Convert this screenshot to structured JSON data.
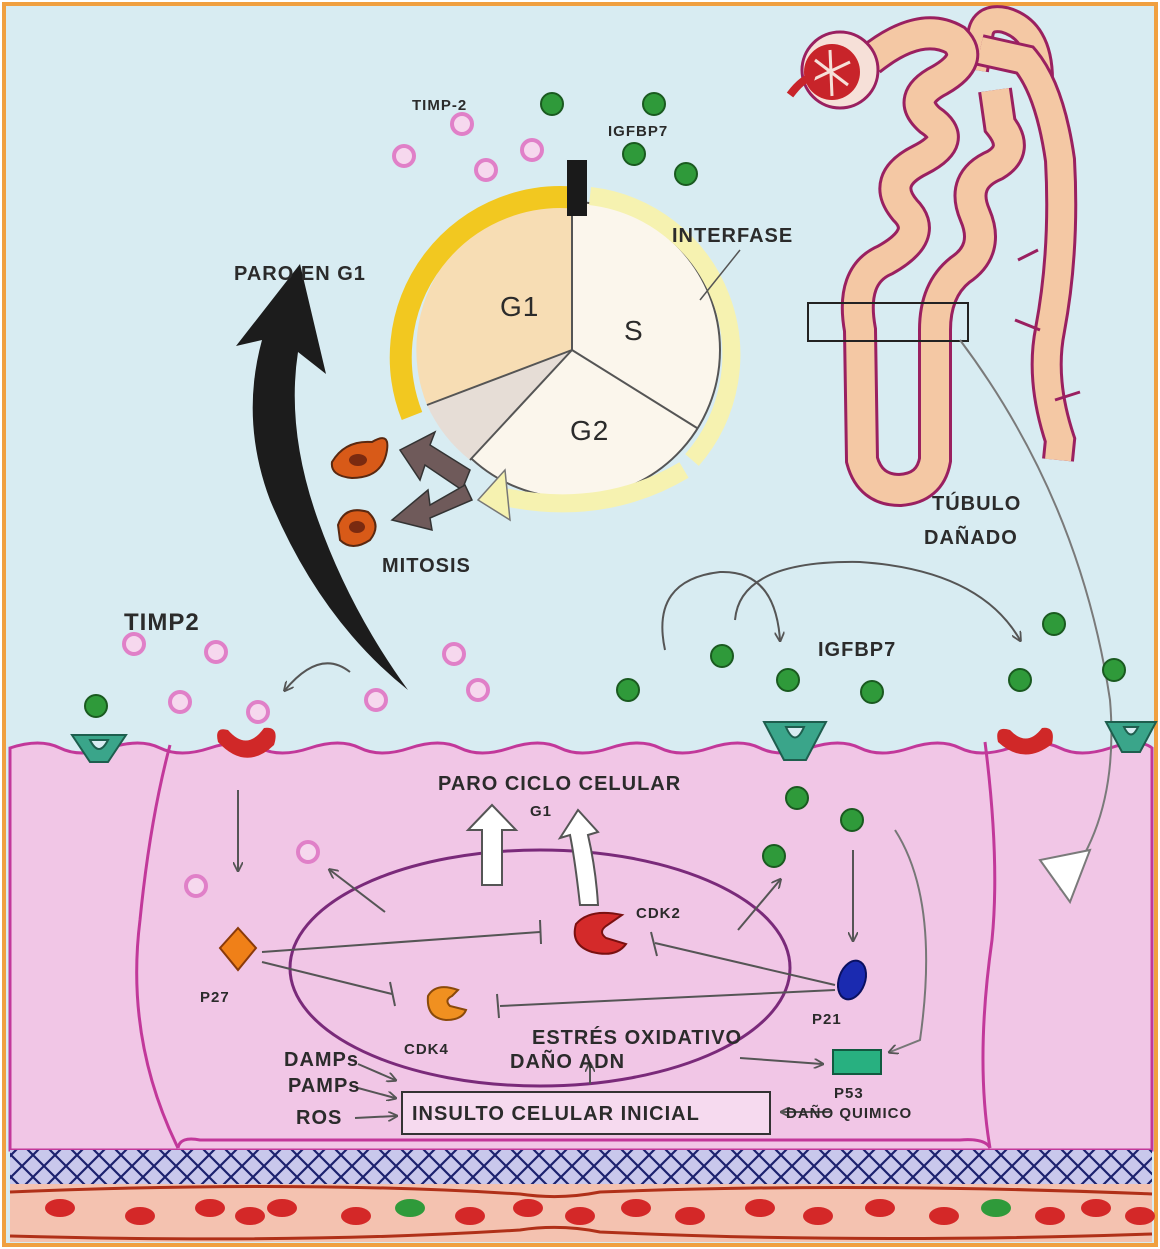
{
  "labels": {
    "timp2_top": "TIMP-2",
    "igfbp7_top": "IGFBP7",
    "interfase": "INTERFASE",
    "paro_g1": "PARO EN G1",
    "g1": "G1",
    "s": "S",
    "g2": "G2",
    "mitosis": "MITOSIS",
    "tubulo_line1": "TÚBULO",
    "tubulo_line2": "DAÑADO",
    "timp2_mid": "TIMP2",
    "igfbp7_mid": "IGFBP7",
    "paro_ciclo": "PARO CICLO CELULAR",
    "g1_small": "G1",
    "cdk2": "CDK2",
    "cdk4": "CDK4",
    "p27": "P27",
    "p21": "P21",
    "p53": "P53",
    "estres": "ESTRÉS OXIDATIVO",
    "dano_adn": "DAÑO ADN",
    "damps": "DAMPs",
    "pamps": "PAMPs",
    "ros": "ROS",
    "insulto": "INSULTO CELULAR INICIAL",
    "dano_quimico": "DAÑO QUIMICO"
  },
  "colors": {
    "frame": "#f0a040",
    "sky": "#d8ecf2",
    "cell": "#f1c6e6",
    "cell_border": "#c2389a",
    "nucleus": "#7a2a7a",
    "timp2": "#e080c8",
    "igfbp7": "#2f9a3a",
    "receptor_teal": "#3aa58a",
    "receptor_red": "#d02828",
    "cdk2": "#d42a2a",
    "cdk4": "#f09020",
    "p27": "#f08018",
    "p21": "#1a2ab0",
    "p53": "#28b080",
    "g1_arc": "#f2c820",
    "s_arc": "#f6f2b0",
    "tubule": "#f4c8a4",
    "rbc": "#d42828",
    "vessel": "#f4c2b0",
    "basement": "#202878"
  },
  "icons": [
    "arrow-icon",
    "inhibition-icon",
    "cell-icon",
    "rbc-icon",
    "glomerulus-icon"
  ]
}
